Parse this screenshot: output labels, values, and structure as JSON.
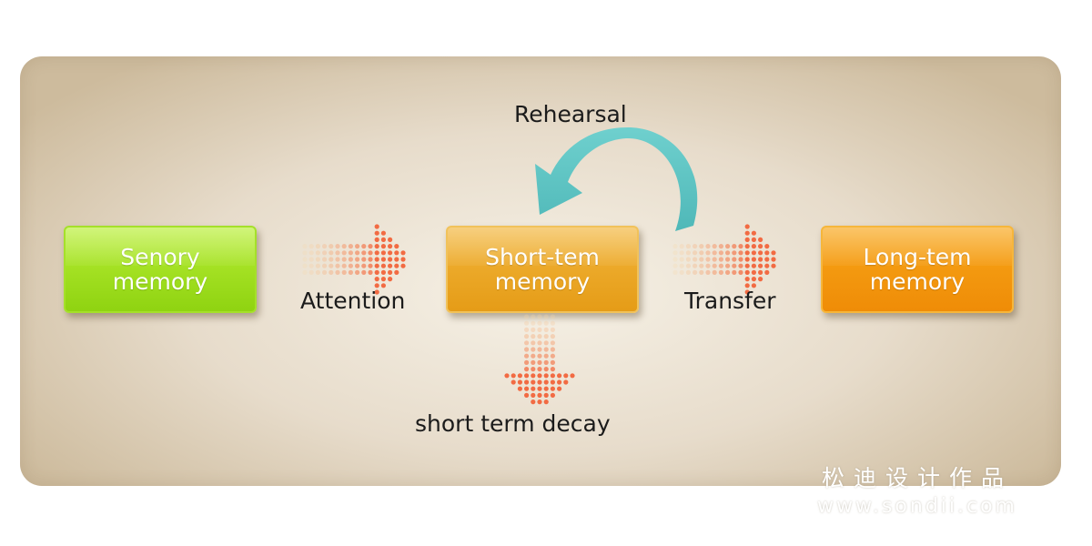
{
  "diagram": {
    "nodes": {
      "sensory": {
        "line1": "Senory",
        "line2": "memory",
        "color": "#9bdc1c"
      },
      "short_term": {
        "line1": "Short-tem",
        "line2": "memory",
        "color": "#eaa524"
      },
      "long_term": {
        "line1": "Long-tem",
        "line2": "memory",
        "color": "#f39411"
      }
    },
    "edges": {
      "attention": "Attention",
      "transfer": "Transfer",
      "rehearsal": "Rehearsal",
      "decay": "short term decay"
    }
  },
  "watermark": {
    "line1": "松迪设计作品",
    "line2": "www.sondii.com"
  },
  "colors": {
    "rehearsal_arrow": "#5fc4c3",
    "dot_arrow": "#f26b43"
  }
}
